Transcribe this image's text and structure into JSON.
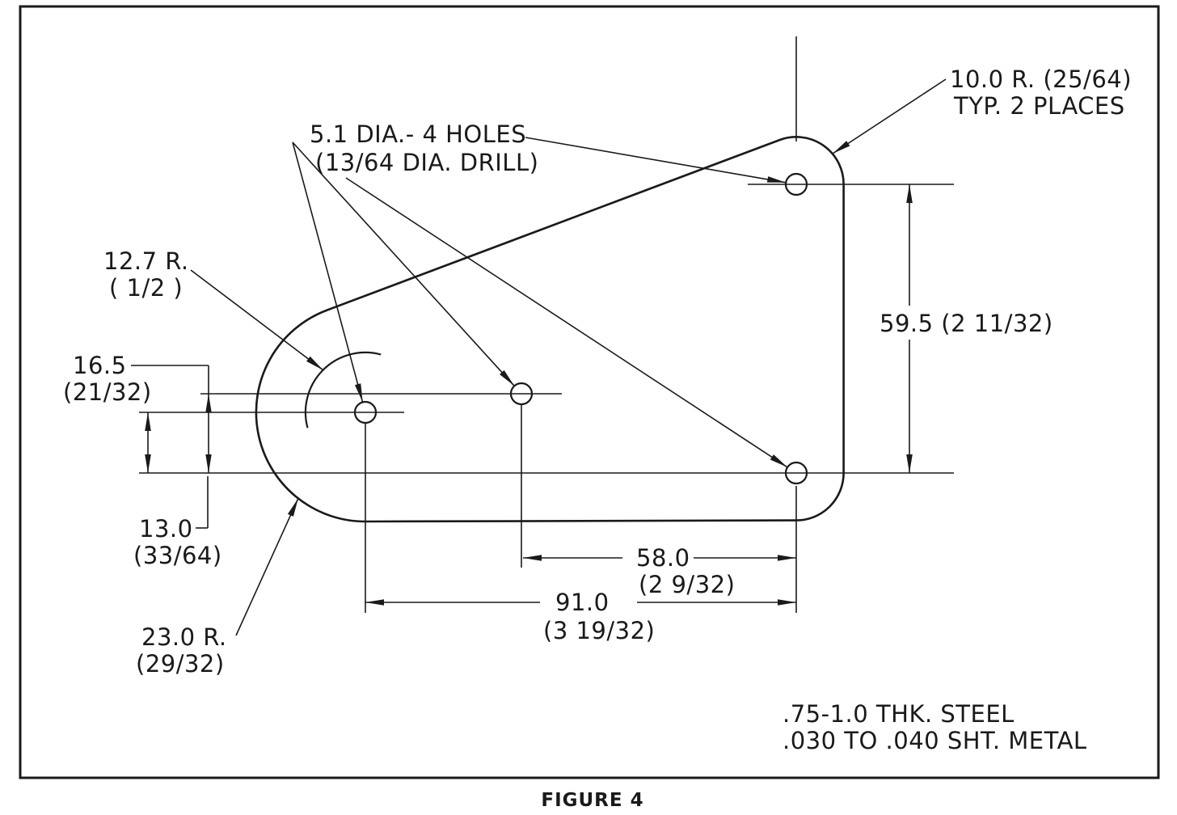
{
  "page": {
    "background": "#ffffff",
    "ink": "#1a1a1a"
  },
  "figure": {
    "caption": "FIGURE 4"
  },
  "notes": {
    "holes_line1": "5.1 DIA.- 4 HOLES",
    "holes_line2": "(13/64 DIA. DRILL)",
    "corner_radius_line1": "10.0 R. (25/64)",
    "corner_radius_line2": "TYP. 2 PLACES",
    "fillet_radius_line1": "12.7 R.",
    "fillet_radius_line2": "( 1/2 )",
    "lobe_radius_line1": "23.0 R.",
    "lobe_radius_line2": "(29/32)",
    "material_line1": ".75-1.0 THK. STEEL",
    "material_line2": ".030 TO .040 SHT. METAL"
  },
  "dimensions": {
    "left_upper_line1": "16.5",
    "left_upper_line2": "(21/32)",
    "left_lower_line1": "13.0",
    "left_lower_line2": "(33/64)",
    "right_vertical": "59.5 (2 11/32)",
    "inner_horizontal_line1": "58.0",
    "inner_horizontal_line2": "(2 9/32)",
    "outer_horizontal_line1": "91.0",
    "outer_horizontal_line2": "(3 19/32)"
  }
}
